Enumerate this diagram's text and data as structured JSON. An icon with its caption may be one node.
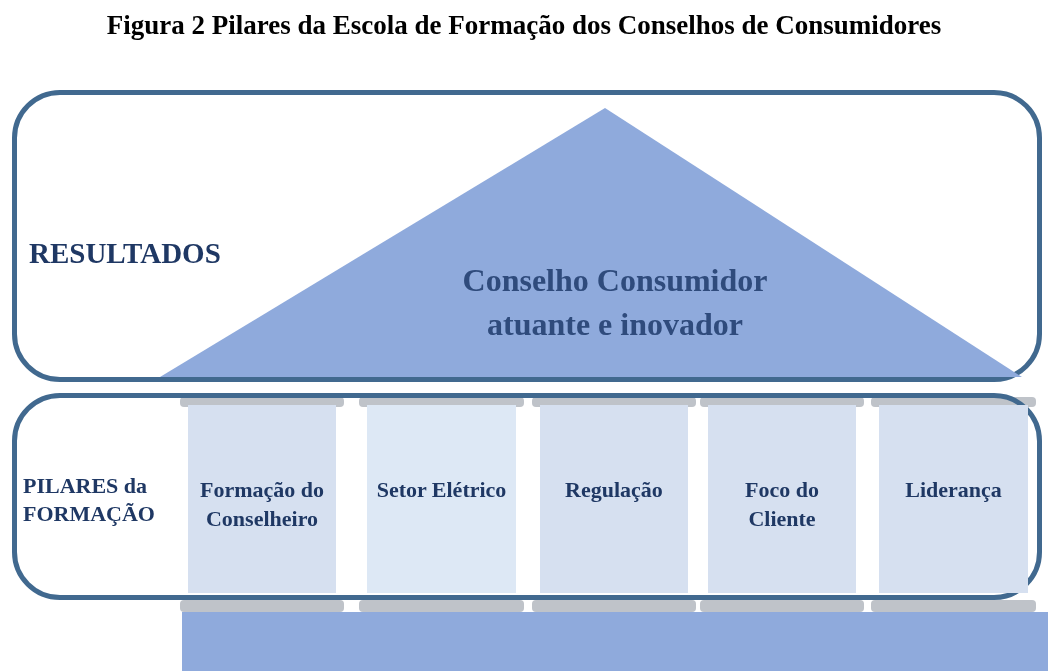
{
  "diagram": {
    "title": "Figura 2 Pilares da Escola de Formação dos Conselhos de Consumidores",
    "nodes": [
      {
        "text": [
          "RESULTADOS"
        ]
      },
      {
        "text": [
          "Conselho Consumidor atuante e inovador"
        ],
        "in": 0
      },
      {
        "text": [
          "PILARES da FORMAÇÃO"
        ]
      },
      {
        "text": [
          "Formação do Conselheiro"
        ],
        "in": 2
      },
      {
        "text": [
          "Setor Elétrico"
        ],
        "in": 2
      },
      {
        "text": [
          "Regulação"
        ],
        "in": 2
      },
      {
        "text": [
          "Foco do Cliente"
        ],
        "in": 2
      },
      {
        "text": [
          "Liderança"
        ],
        "in": 2
      },
      {
        "text": [],
        "shape": "bar"
      }
    ],
    "edges": []
  }
}
